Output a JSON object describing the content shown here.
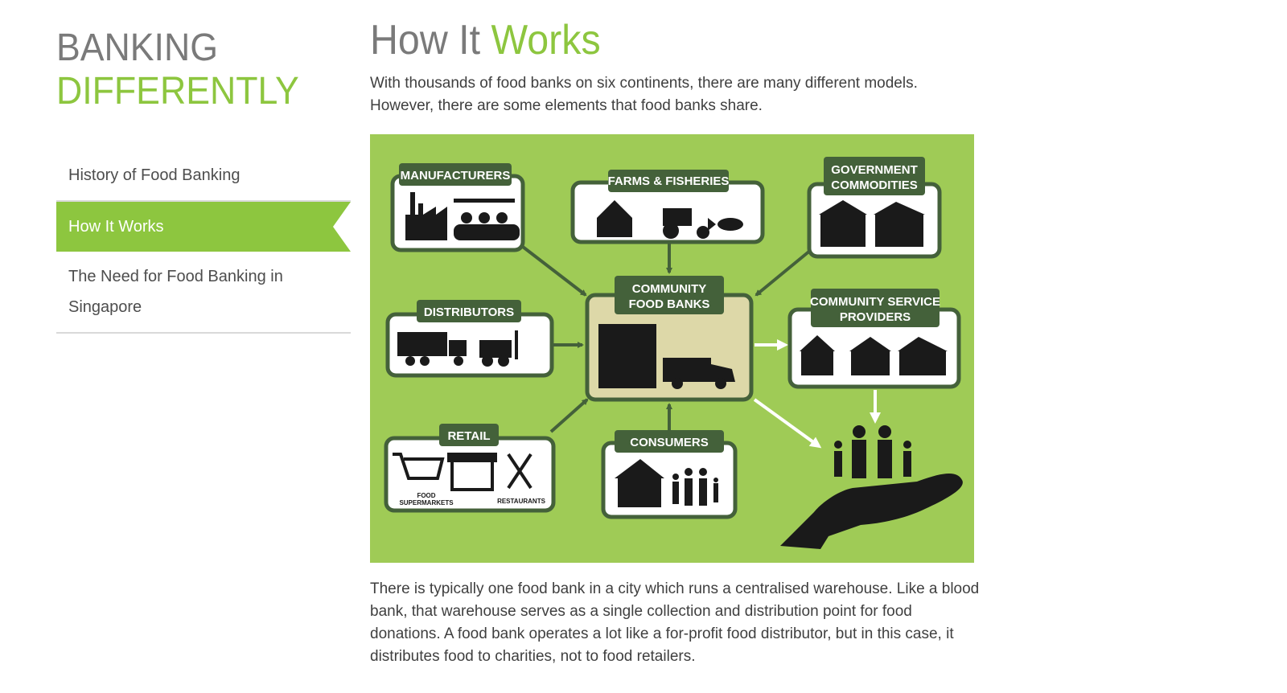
{
  "sidebar": {
    "brand_line1": "BANKING",
    "brand_line2": "DIFFERENTLY",
    "items": [
      {
        "label": "History of Food Banking"
      },
      {
        "label": "How It Works"
      },
      {
        "label": "The Need for Food Banking in Singapore"
      }
    ]
  },
  "main": {
    "title_part1": "How It ",
    "title_part2": "Works",
    "intro": "With thousands of food banks on six continents, there are many different models. However, there are some elements that food banks share.",
    "body": "There is typically one food bank in a city which runs a centralised warehouse. Like a blood bank, that warehouse serves as a single collection and distribution point for food donations. A food bank operates a lot like a for-profit food distributor, but in this case, it distributes food to charities, not to food retailers."
  },
  "infographic": {
    "manufacturers": "MANUFACTURERS",
    "farms": "FARMS & FISHERIES",
    "gov_line1": "GOVERNMENT",
    "gov_line2": "COMMODITIES",
    "distributors": "DISTRIBUTORS",
    "cfb_line1": "COMMUNITY",
    "cfb_line2": "FOOD BANKS",
    "csp_line1": "COMMUNITY SERVICE",
    "csp_line2": "PROVIDERS",
    "retail": "RETAIL",
    "food_line1": "FOOD",
    "food_line2": "SUPERMARKETS",
    "restaurants": "RESTAURANTS",
    "consumers": "CONSUMERS"
  },
  "colors": {
    "accent_green": "#8dc63f",
    "infographic_bg": "#9fcb56",
    "label_dark_green": "#44613a",
    "center_box": "#ddd8a8"
  }
}
